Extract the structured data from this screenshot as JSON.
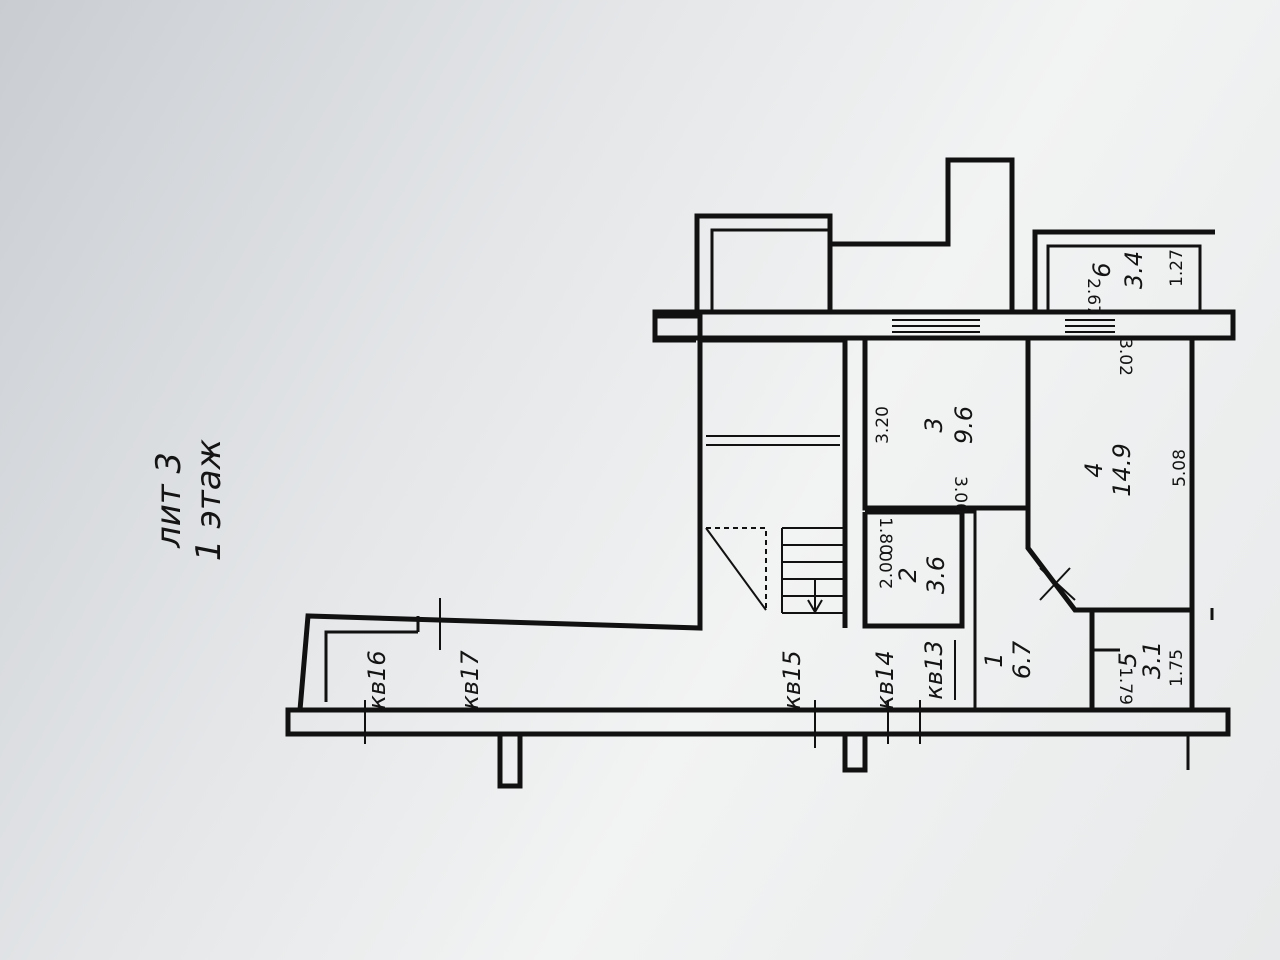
{
  "title": {
    "line1": "лит 3",
    "line2": "1 этаж"
  },
  "apartments": [
    "кв16",
    "кв17",
    "кв15",
    "кв14",
    "кв13"
  ],
  "rooms": [
    {
      "number": "1",
      "area": "6.7"
    },
    {
      "number": "2",
      "area": "3.6"
    },
    {
      "number": "3",
      "area": "9.6"
    },
    {
      "number": "4",
      "area": "14.9"
    },
    {
      "number": "5",
      "area": "3.1"
    },
    {
      "number": "6",
      "area": "3.4"
    }
  ],
  "dimensions": [
    "2.00",
    "1.80",
    "3.20",
    "3.00",
    "5.08",
    "3.02",
    "2.67",
    "1.27",
    "1.79",
    "1.75"
  ]
}
